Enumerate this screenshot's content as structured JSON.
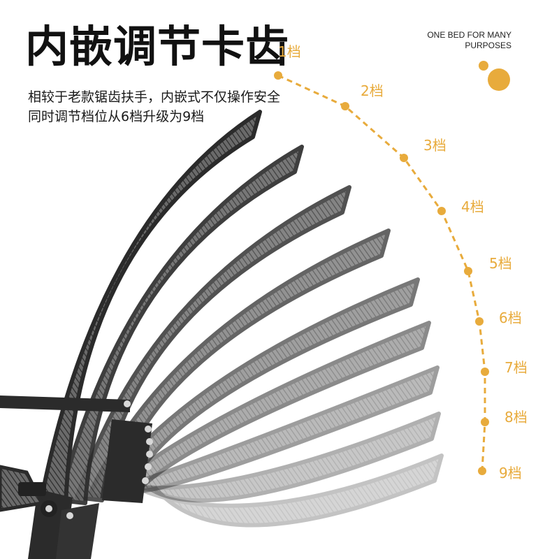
{
  "headline": "内嵌调节卡齿",
  "description": {
    "line1": "相较于老款锯齿扶手，内嵌式不仅操作安全",
    "line2": "同时调节档位从6档升级为9档"
  },
  "brand_slogan": {
    "line1": "ONE BED FOR MANY",
    "line2": "PURPOSES"
  },
  "levels": [
    "1档",
    "2档",
    "3档",
    "4档",
    "5档",
    "6档",
    "7档",
    "8档",
    "9档"
  ],
  "colors": {
    "accent": "#e8ab3c",
    "text_dark": "#111111",
    "frame": "#2b2b2b",
    "mesh": "#595959"
  }
}
